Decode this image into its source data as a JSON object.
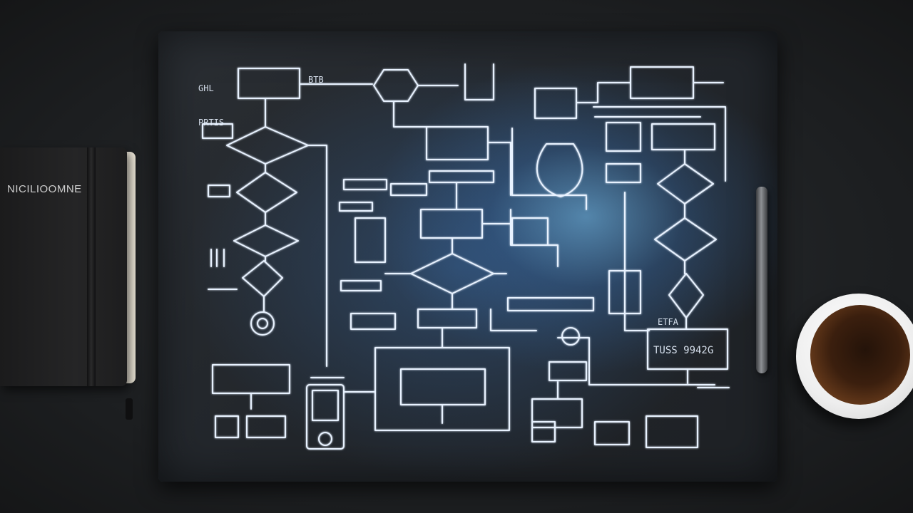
{
  "scene": {
    "notebook_title": "NICILIOOMNE",
    "board_labels": [
      "GHL",
      "PRTIS",
      "BTB",
      "ETFA",
      "TUSS 9942G"
    ]
  },
  "colors": {
    "table": "#1f2123",
    "slate": "#262a2f",
    "chalk": "#e8f2ff",
    "glow": "#7fc8ff",
    "cup": "#f2f2f2",
    "coffee": "#3b1f0e"
  }
}
